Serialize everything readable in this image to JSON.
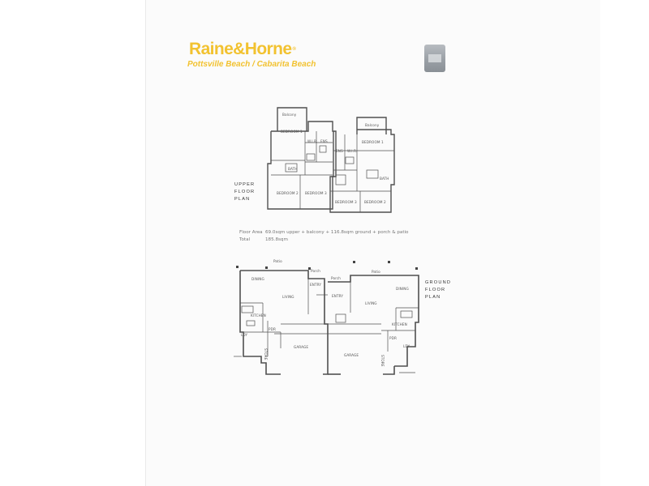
{
  "header": {
    "brand_name": "Raine&Horne",
    "brand_mark": "®",
    "office": "Pottsville Beach / Cabarita Beach",
    "badge_icon": "agency-award-badge-icon"
  },
  "upper_plan": {
    "title_lines": [
      "UPPER",
      "FLOOR",
      "PLAN"
    ],
    "labels": {
      "balcony_left": "Balcony",
      "bedroom1_left": "BEDROOM 1",
      "wir_left": "W.I.R.",
      "ens_left": "ENS",
      "bath_left": "BATH",
      "bedroom2_left": "BEDROOM 2",
      "bedroom3_left": "BEDROOM 3",
      "balcony_right": "Balcony",
      "bedroom1_right": "BEDROOM 1",
      "ens_right": "ENS",
      "wir_right": "W.I.R.",
      "bath_right": "BATH",
      "bedroom3_right": "BEDROOM 3",
      "bedroom2_right": "BEDROOM 2"
    }
  },
  "floor_area": {
    "label": "Floor Area",
    "value": "69.0sqm upper + balcony + 116.8sqm ground + porch & patio",
    "total_label": "Total",
    "total_value": "185.8sqm"
  },
  "ground_plan": {
    "title_lines": [
      "GROUND",
      "FLOOR",
      "PLAN"
    ],
    "labels": {
      "patio_left": "Patio",
      "porch_left": "Porch",
      "dining_left": "DINING",
      "living_left": "LIVING",
      "entry_left": "ENTRY",
      "kitchen_left": "KITCHEN",
      "ldy_left": "LDY",
      "pdr_left": "PDR",
      "store_left": "STORE",
      "garage_left": "GARAGE",
      "porch_right": "Porch",
      "patio_right": "Patio",
      "entry_right": "ENTRY",
      "living_right": "LIVING",
      "dining_right": "DINING",
      "kitchen_right": "KITCHEN",
      "pdr_right": "PDR",
      "ldy_right": "LDY",
      "garage_right": "GARAGE",
      "store_right": "STORE"
    }
  }
}
